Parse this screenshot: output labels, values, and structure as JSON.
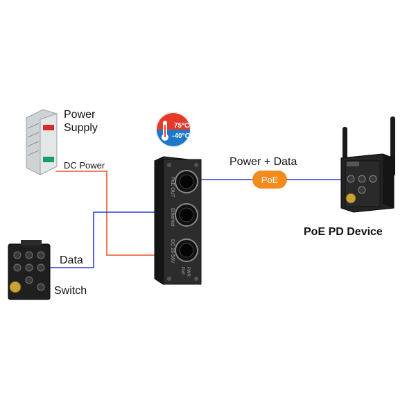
{
  "labels": {
    "power_supply_line1": "Power",
    "power_supply_line2": "Supply",
    "dc_power": "DC Power",
    "data": "Data",
    "switch": "Switch",
    "power_plus_data": "Power + Data",
    "poe": "PoE",
    "poe_pd_device": "PoE PD Device",
    "temp_high": "75°C",
    "temp_low": "-40°C",
    "injector_port_top": "PoE OUT",
    "injector_port_mid": "Ethernet",
    "injector_port_bot": "DC 19-56V",
    "injector_led1": "PoE",
    "injector_led2": "PWR"
  },
  "colors": {
    "power_line": "#e8552a",
    "data_line": "#2a3fd0",
    "poe_badge": "#f28a1c",
    "device_body": "#1f1f1f"
  }
}
